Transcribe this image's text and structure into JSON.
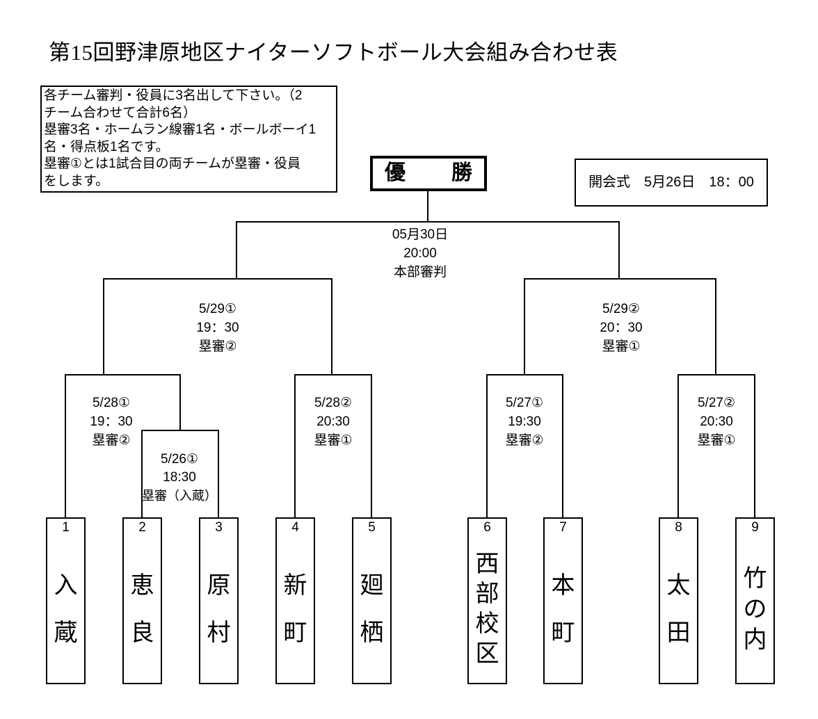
{
  "page": {
    "title": "第15回野津原地区ナイターソフトボール大会組み合わせ表"
  },
  "notes": {
    "lines": [
      "各チーム審判・役員に3名出して下さい。（2",
      "チーム合わせて合計6名）",
      "塁審3名・ホームラン線審1名・ボールボーイ1",
      "名・得点板1名です。",
      "塁審①とは1試合目の両チームが塁審・役員",
      "をします。"
    ]
  },
  "champion": {
    "label": "優 勝"
  },
  "opening": {
    "label": "開会式　5月26日　18：00"
  },
  "matches": {
    "final": {
      "date": "05月30日",
      "time": "20:00",
      "umpire": "本部審判"
    },
    "sf1": {
      "date": "5/29①",
      "time": "19：30",
      "umpire": "塁審②"
    },
    "sf2": {
      "date": "5/29②",
      "time": "20：30",
      "umpire": "塁審①"
    },
    "qf1": {
      "date": "5/28①",
      "time": "19：30",
      "umpire": "塁審②"
    },
    "qf2": {
      "date": "5/28②",
      "time": "20:30",
      "umpire": "塁審①"
    },
    "qf3": {
      "date": "5/27①",
      "time": "19:30",
      "umpire": "塁審②"
    },
    "qf4": {
      "date": "5/27②",
      "time": "20:30",
      "umpire": "塁審①"
    },
    "r1": {
      "date": "5/26①",
      "time": "18:30",
      "umpire": "塁審（入蔵）"
    }
  },
  "teams": [
    {
      "number": "1",
      "name": "入蔵"
    },
    {
      "number": "2",
      "name": "恵良"
    },
    {
      "number": "3",
      "name": "原村"
    },
    {
      "number": "4",
      "name": "新町"
    },
    {
      "number": "5",
      "name": "廻栖"
    },
    {
      "number": "6",
      "name": "西部校区"
    },
    {
      "number": "7",
      "name": "本町"
    },
    {
      "number": "8",
      "name": "太田"
    },
    {
      "number": "9",
      "name": "竹の内"
    }
  ]
}
